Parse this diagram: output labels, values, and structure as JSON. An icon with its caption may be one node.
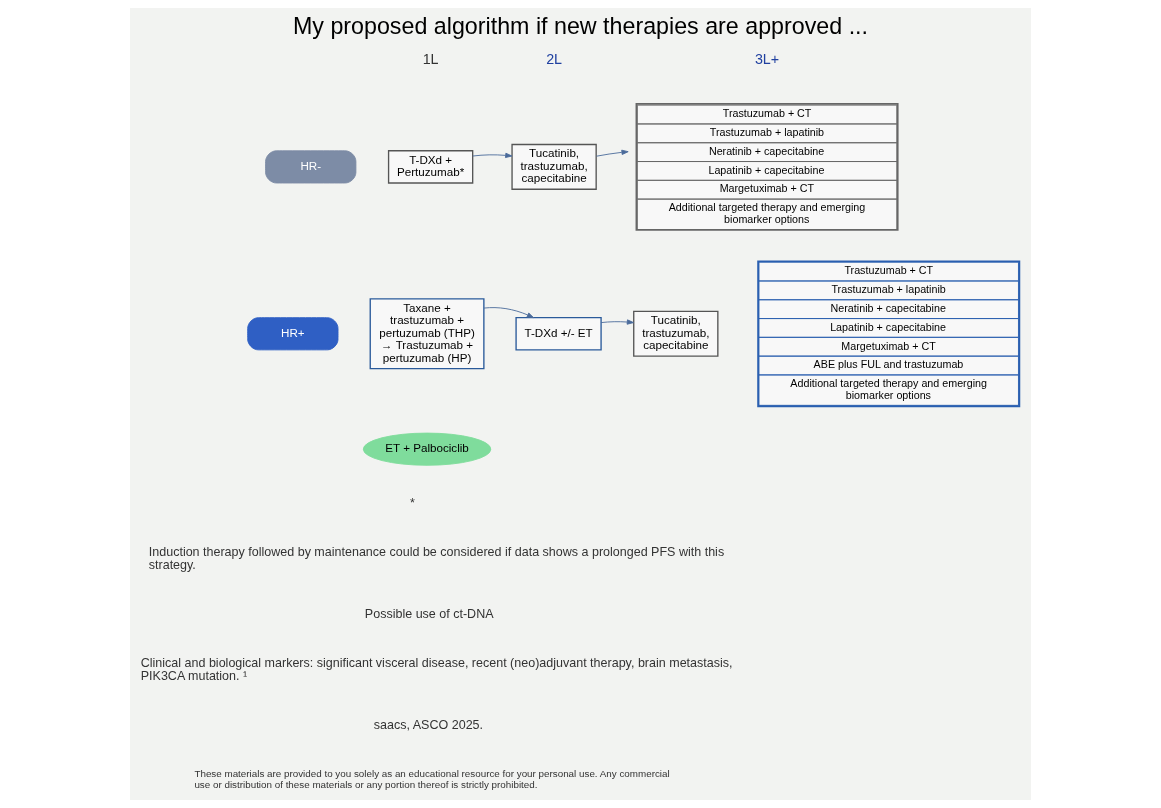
{
  "diagram": {
    "title": "My proposed algorithm if new therapies are approved ...",
    "nodes": [
      {
        "text": [
          "HR-"
        ]
      },
      {
        "text": [
          "T-DXd + Pertuzumab*"
        ]
      },
      {
        "text": [
          "Tucatinib, trastuzumab, capecitabine"
        ]
      },
      {
        "text": [
          "Trastuzumab + CT",
          "Trastuzumab + lapatinib",
          "Neratinib + capecitabine",
          "Lapatinib + capecitabine",
          "Margetuximab + CT",
          "Additional targeted therapy and emerging biomarker options"
        ]
      },
      {
        "text": [
          "HR+"
        ]
      },
      {
        "text": [
          "Taxane + trastuzumab + pertuzumab (THP) → Trastuzumab + pertuzumab (HP)"
        ]
      },
      {
        "text": [
          "T-DXd +/- ET"
        ]
      },
      {
        "text": [
          "Tucatinib, trastuzumab, capecitabine"
        ]
      },
      {
        "text": [
          "Trastuzumab + CT",
          "Trastuzumab + lapatinib",
          "Neratinib + capecitabine",
          "Lapatinib + capecitabine",
          "Margetuximab + CT",
          "ABE plus FUL and trastuzumab",
          "Additional targeted therapy and emerging biomarker options"
        ]
      },
      {
        "text": [
          "ET + Palbociclib"
        ]
      }
    ],
    "edges": [
      {
        "from": 1,
        "to": 2,
        "arrow": "to"
      },
      {
        "from": 2,
        "to": 3,
        "arrow": "to"
      },
      {
        "from": 5,
        "to": 6,
        "arrow": "to"
      },
      {
        "from": 6,
        "to": 7,
        "arrow": "to"
      }
    ],
    "labels": [
      "1L",
      "2L",
      "3L+",
      "*",
      "Induction therapy followed by maintenance could be considered if data shows a prolonged PFS with this strategy.",
      "Possible use of ct-DNA",
      "Clinical and biological markers: significant visceral disease, recent (neo)adjuvant therapy, brain metastasis, PIK3CA mutation. ¹",
      "saacs, ASCO 2025.",
      "These materials are provided to you solely as an educational resource for your personal use. Any commercial use or distribution of these materials or any portion thereof is strictly prohibited."
    ]
  }
}
